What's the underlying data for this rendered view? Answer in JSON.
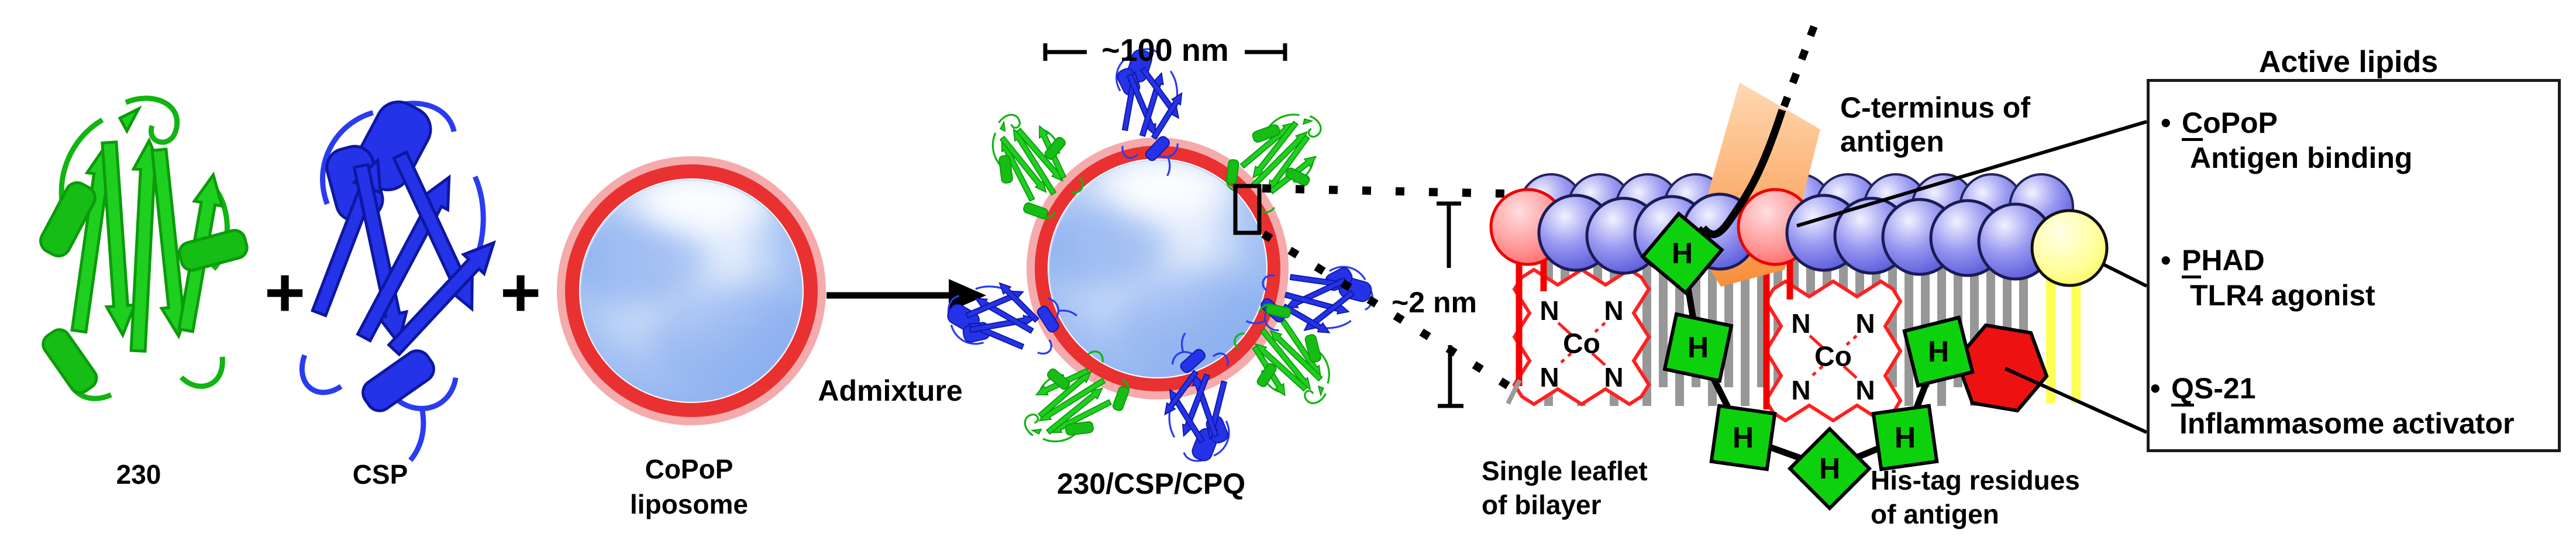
{
  "figure": {
    "labels": {
      "protein_230": "230",
      "plus": "+",
      "protein_csp": "CSP",
      "copop_liposome_l1": "CoPoP",
      "copop_liposome_l2": "liposome",
      "admixture": "Admixture",
      "scale_100nm": "~100 nm",
      "complex_name": "230/CSP/CPQ",
      "thickness_2nm": "~2 nm",
      "c_terminus_l1": "C-terminus of",
      "c_terminus_l2": "antigen",
      "single_leaflet_l1": "Single leaflet",
      "single_leaflet_l2": "of bilayer",
      "his_tag_l1": "His-tag residues",
      "his_tag_l2": "of antigen"
    },
    "molecule_letters": {
      "histidine": "H",
      "nitrogen": "N",
      "cobalt": "Co"
    },
    "legend": {
      "title": "Active lipids",
      "bullet": "•",
      "items": [
        {
          "first_letter": "C",
          "name_rest": "oPoP",
          "description": "Antigen binding"
        },
        {
          "first_letter": "P",
          "name_rest": "HAD",
          "description": "TLR4 agonist"
        },
        {
          "first_letter": "Q",
          "name_rest": "S-21",
          "description": "Inflammasome activator"
        }
      ]
    },
    "colors": {
      "protein_230_green": "#1fcf1f",
      "protein_csp_blue": "#2433e8",
      "liposome_ring_red": "#e93131",
      "liposome_interior_blue": "#7da5ed",
      "lipid_head_blue": "#6b6be4",
      "copop_head_red": "#ff6a6a",
      "phad_head_yellow": "#ffff66",
      "qs21_hexagon_red": "#ee1111",
      "his_tag_green": "#0dd10d",
      "lipid_tail_gray": "#979797",
      "antigen_band_orange": "#f79540",
      "porphyrin_red": "#ff2020",
      "text_black": "#000000"
    }
  }
}
